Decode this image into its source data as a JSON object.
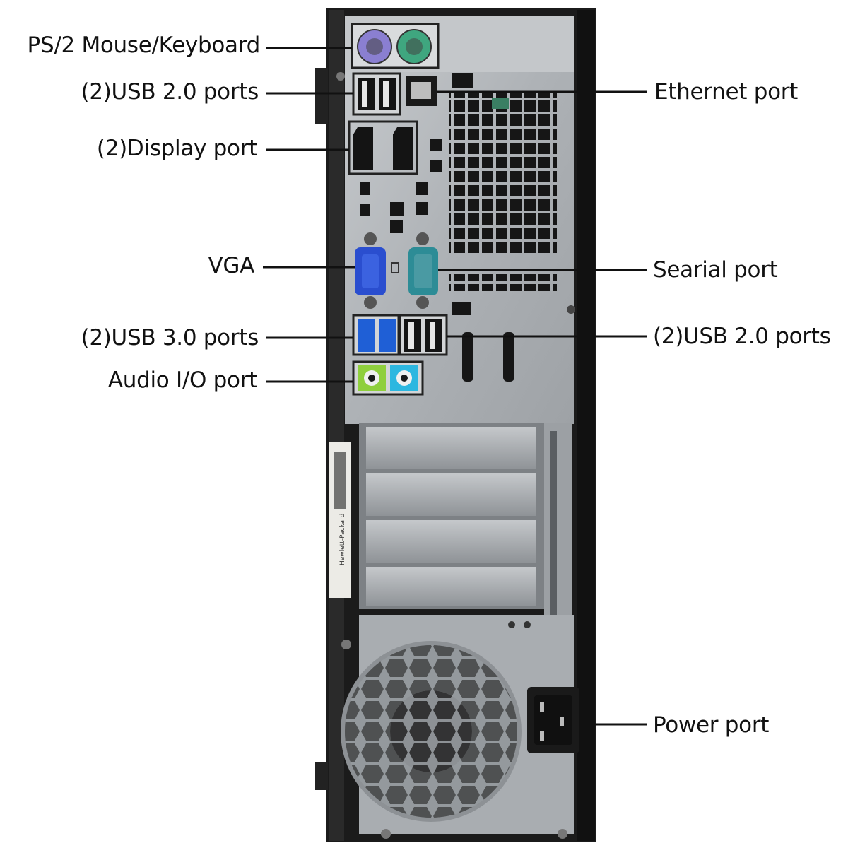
{
  "callouts": {
    "ps2_mouse_keyboard": "PS/2 Mouse/Keyboard",
    "usb20_top": "(2)USB 2.0 ports",
    "display_port": "(2)Display port",
    "vga": "VGA",
    "usb30": "(2)USB 3.0 ports",
    "audio_io": "Audio I/O port",
    "ethernet": "Ethernet port",
    "serial": "Searial port",
    "usb20_bottom": "(2)USB 2.0 ports",
    "power": "Power port"
  },
  "label_text": {
    "brand": "Hewlett-Packard"
  },
  "colors": {
    "ps2_mouse": "#8a7fd1",
    "ps2_keyboard": "#3fa67f",
    "vga": "#2a4ecf",
    "serial": "#2d8c96",
    "usb3": "#1f5fd6",
    "audio_green": "#8fcf3d",
    "audio_blue": "#2cb7e0",
    "chassis": "#1b1b1b",
    "panel": "#b9bcbf"
  }
}
